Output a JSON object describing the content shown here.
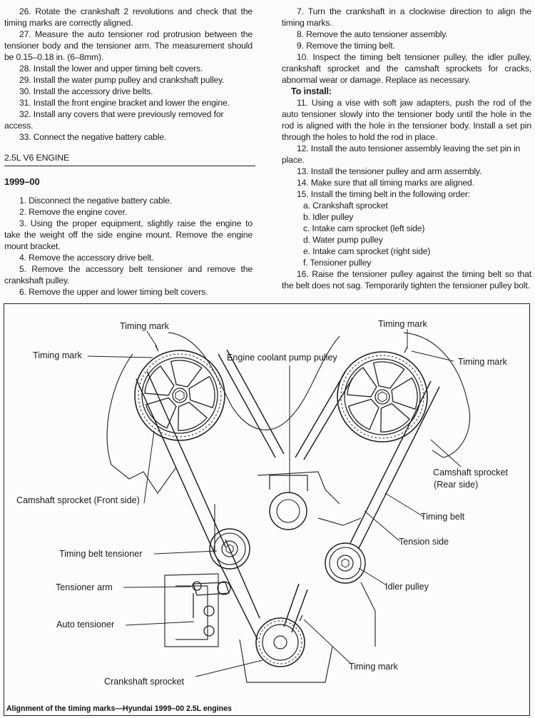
{
  "left_column": {
    "intro_steps": [
      "26. Rotate the crankshaft 2 revolutions and check that the timing marks are correctly aligned.",
      "27. Measure the auto tensioner rod protrusion between the tensioner body and the tensioner arm. The measurement should be 0.15–0.18 in. (6–8mm).",
      "28. Install the lower and upper timing belt covers.",
      "29. Install the water pump pulley and crankshaft pulley.",
      "30. Install the accessory drive belts.",
      "31. Install the front engine bracket and lower the engine.",
      "32. Install any covers that were previously removed for access.",
      "33. Connect the negative battery cable."
    ],
    "section_title": "2.5L V6 ENGINE",
    "subsection_title": "1999–00",
    "removal_steps": [
      "1. Disconnect the negative battery cable.",
      "2. Remove the engine cover.",
      "3. Using the proper equipment, slightly raise the engine to take the weight off the side engine mount. Remove the engine mount bracket.",
      "4. Remove the accessory drive belt.",
      "5. Remove the accessory belt tensioner and remove the crankshaft pulley.",
      "6. Remove the upper and lower timing belt covers."
    ]
  },
  "right_column": {
    "removal_steps": [
      "7. Turn the crankshaft in a clockwise direction to align the timing marks.",
      "8. Remove the auto tensioner assembly.",
      "9. Remove the timing belt.",
      "10. Inspect the timing belt tensioner pulley, the idler pulley, crankshaft sprocket and the camshaft sprockets for cracks, abnormal wear or damage. Replace as necessary."
    ],
    "install_heading": "To install:",
    "install_steps": [
      "11. Using a vise with soft jaw adapters, push the rod of the auto tensioner slowly into the tensioner body until the hole in the rod is aligned with the hole in the tensioner body. Install a set pin through the holes to hold the rod in place.",
      "12. Install the auto tensioner assembly leaving the set pin in place.",
      "13. Install the tensioner pulley and arm assembly.",
      "14. Make sure that all timing marks are aligned.",
      "15. Install the timing belt in the following order:"
    ],
    "belt_order": [
      "a. Crankshaft sprocket",
      "b. Idler pulley",
      "c. Intake cam sprocket (left side)",
      "d. Water pump pulley",
      "e. Intake cam sprocket (right side)",
      "f. Tensioner pulley"
    ],
    "final_step": "16. Raise the tensioner pulley against the timing belt so that the belt does not sag. Temporarily tighten the tensioner pulley bolt."
  },
  "figure": {
    "labels": {
      "timing_mark_top_left": "Timing mark",
      "timing_mark_left": "Timing mark",
      "coolant_pump": "Engine coolant pump pulley",
      "timing_mark_top_right": "Timing mark",
      "timing_mark_right": "Timing mark",
      "cam_front": "Camshaft sprocket (Front side)",
      "cam_rear_1": "Camshaft  sprocket",
      "cam_rear_2": "(Rear side)",
      "timing_belt": "Timing belt",
      "tension_side": "Tension side",
      "belt_tensioner": "Timing belt tensioner",
      "idler": "Idler pulley",
      "tensioner_arm": "Tensioner arm",
      "auto_tensioner": "Auto tensioner",
      "timing_mark_bottom": "Timing mark",
      "crank_sprocket": "Crankshaft sprocket"
    },
    "caption": "Alignment of the timing marks—Hyundai 1999–00 2.5L engines"
  }
}
